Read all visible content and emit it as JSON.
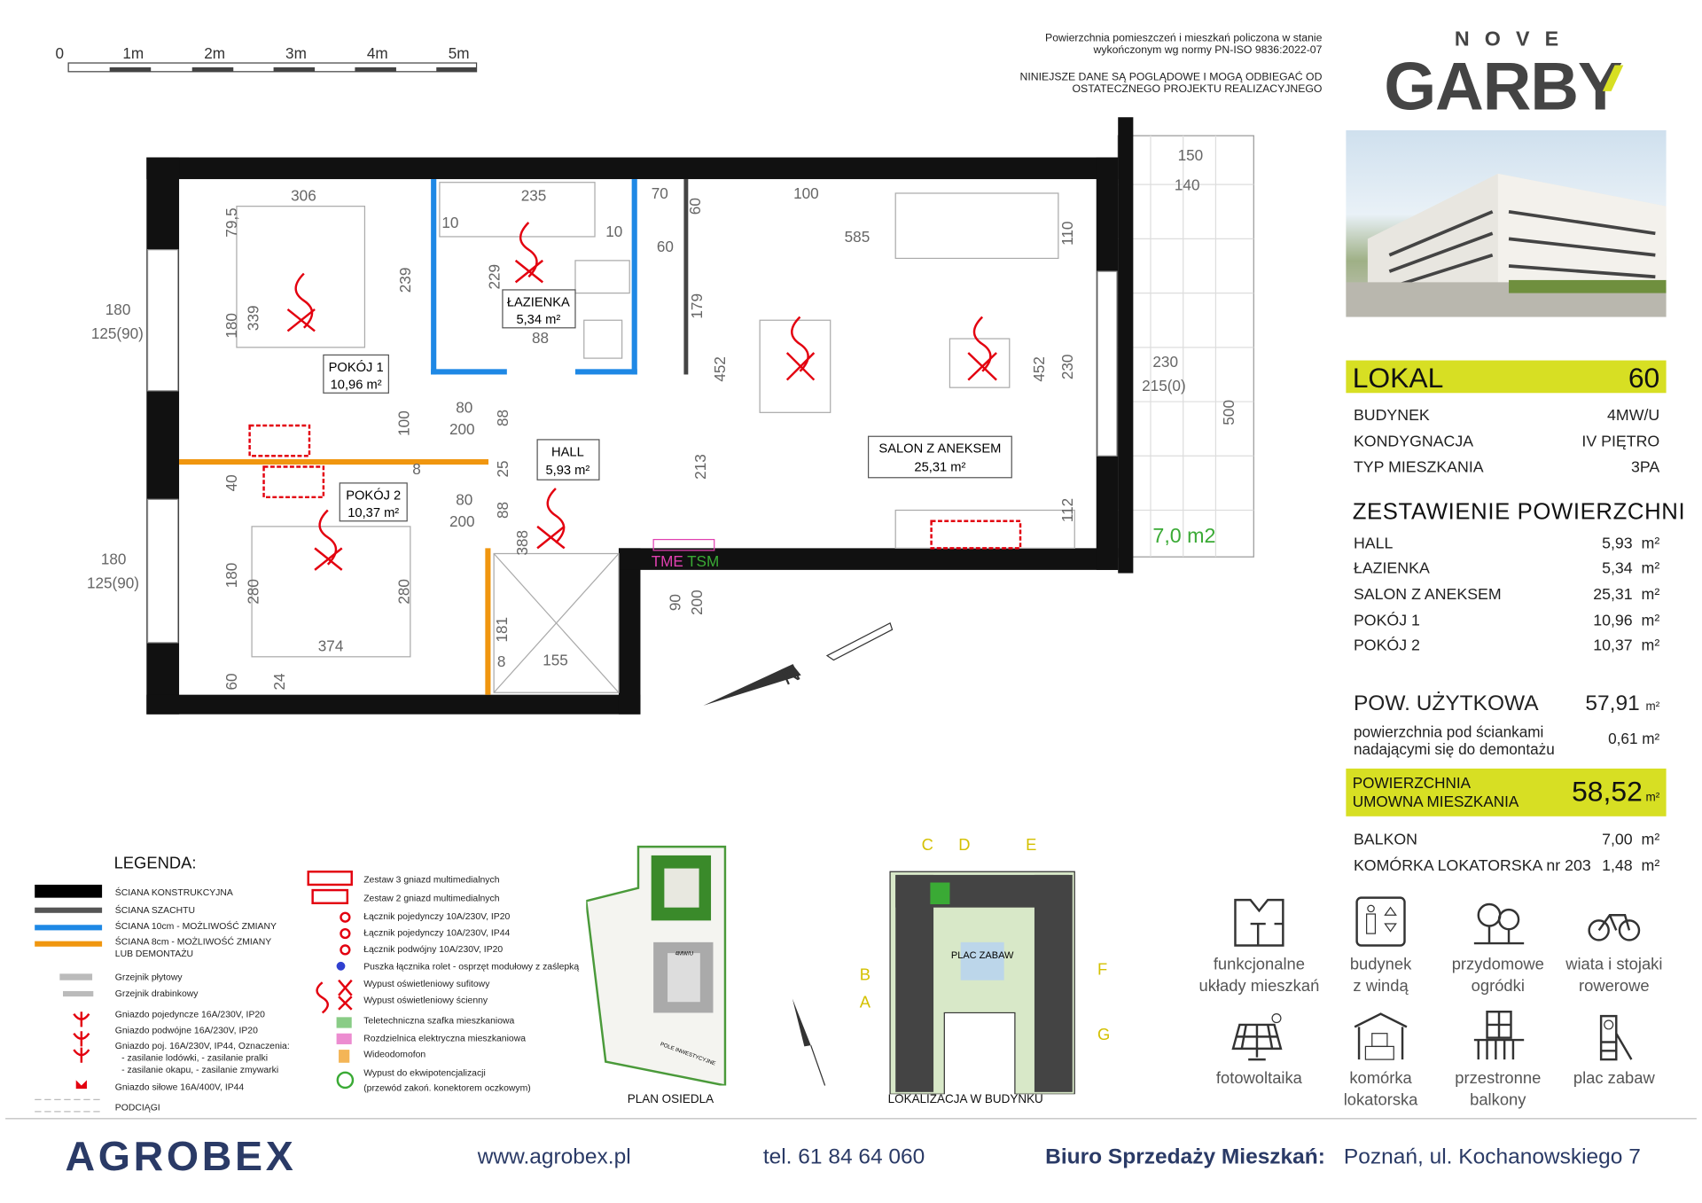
{
  "scale_bar": {
    "ticks": [
      "0",
      "1m",
      "2m",
      "3m",
      "4m",
      "5m"
    ]
  },
  "notes": {
    "line1": "Powierzchnia pomieszczeń i mieszkań policzona w stanie",
    "line2": "wykończonym wg normy PN-ISO 9836:2022-07",
    "line3": "NINIEJSZE DANE SĄ POGLĄDOWE I MOGĄ ODBIEGAĆ OD",
    "line4": "OSTATECZNEGO PROJEKTU REALIZACYJNEGO"
  },
  "logo": {
    "top": "NOVE",
    "main": "GARBY"
  },
  "colors": {
    "accent": "#d7df23",
    "brand": "#2a3a66",
    "electric": "#e3000f",
    "wall_blue": "#1e88e5",
    "wall_orange": "#f0960f"
  },
  "lokal": {
    "label": "LOKAL",
    "number": "60"
  },
  "info": [
    {
      "label": "BUDYNEK",
      "value": "4MW/U"
    },
    {
      "label": "KONDYGNACJA",
      "value": "IV PIĘTRO"
    },
    {
      "label": "TYP MIESZKANIA",
      "value": "3PA"
    }
  ],
  "summary_title": "ZESTAWIENIE POWIERZCHNI",
  "rooms": [
    {
      "name": "HALL",
      "area": "5,93",
      "unit": "m²"
    },
    {
      "name": "ŁAZIENKA",
      "area": "5,34",
      "unit": "m²"
    },
    {
      "name": "SALON Z ANEKSEM",
      "area": "25,31",
      "unit": "m²"
    },
    {
      "name": "POKÓJ 1",
      "area": "10,96",
      "unit": "m²"
    },
    {
      "name": "POKÓJ 2",
      "area": "10,37",
      "unit": "m²"
    }
  ],
  "usable": {
    "label": "POW. UŻYTKOWA",
    "value": "57,91",
    "unit": "m²"
  },
  "walls_area": {
    "label1": "powierzchnia pod ściankami",
    "label2": "nadającymi się do demontażu",
    "value": "0,61",
    "unit": "m²"
  },
  "contract": {
    "label1": "POWIERZCHNIA",
    "label2": "UMOWNA MIESZKANIA",
    "value": "58,52",
    "unit": "m²"
  },
  "extras": [
    {
      "label": "BALKON",
      "value": "7,00",
      "unit": "m²"
    },
    {
      "label": "KOMÓRKA LOKATORSKA nr 203",
      "value": "1,48",
      "unit": "m²"
    }
  ],
  "plan": {
    "rooms": [
      {
        "name": "POKÓJ 1",
        "area": "10,96 m²"
      },
      {
        "name": "ŁAZIENKA",
        "area": "5,34 m²"
      },
      {
        "name": "HALL",
        "area": "5,93 m²"
      },
      {
        "name": "SALON Z ANEKSEM",
        "area": "25,31 m²"
      },
      {
        "name": "POKÓJ 2",
        "area": "10,37 m²"
      }
    ],
    "balcony_area": "7,0 m2",
    "dims": [
      "306",
      "235",
      "100",
      "585",
      "150",
      "140",
      "180",
      "125(90)",
      "180",
      "125(90)",
      "239",
      "339",
      "180",
      "229",
      "179",
      "452",
      "452",
      "230",
      "230",
      "215(0)",
      "500",
      "110",
      "80",
      "200",
      "80",
      "200",
      "88",
      "88",
      "213",
      "388",
      "181",
      "155",
      "374",
      "280",
      "280",
      "180",
      "90",
      "200",
      "112",
      "79,5",
      "100",
      "60",
      "70",
      "10",
      "10",
      "60",
      "25",
      "40",
      "24",
      "60",
      "88",
      "8",
      "8"
    ],
    "labels": {
      "tme": "TME",
      "tsm": "TSM",
      "north": "N"
    }
  },
  "legend": {
    "title": "LEGENDA:",
    "left": [
      "ŚCIANA KONSTRUKCYJNA",
      "ŚCIANA SZACHTU",
      "ŚCIANA 10cm - MOŻLIWOŚĆ ZMIANY",
      "ŚCIANA 8cm - MOŻLIWOŚĆ ZMIANY",
      "LUB DEMONTAŻU",
      "Grzejnik płytowy",
      "Grzejnik drabinkowy",
      "Gniazdo pojedyncze 16A/230V, IP20",
      "Gniazdo podwójne 16A/230V, IP20",
      "Gniazdo poj. 16A/230V, IP44, Oznaczenia:",
      "- zasilanie lodówki,  - zasilanie pralki",
      "- zasilanie okapu,  - zasilanie zmywarki",
      "Gniazdo siłowe 16A/400V, IP44",
      "PODCIĄGI"
    ],
    "right": [
      "Zestaw 3 gniazd multimedialnych",
      "Zestaw 2 gniazd multimedialnych",
      "Łącznik pojedynczy 10A/230V, IP20",
      "Łącznik pojedynczy 10A/230V, IP44",
      "Łącznik podwójny 10A/230V, IP20",
      "Puszka łącznika rolet - osprzęt modułowy z zaślepką",
      "Wypust oświetleniowy sufitowy",
      "Wypust oświetleniowy ścienny",
      "Teletechniczna szafka mieszkaniowa",
      "Rozdzielnica elektryczna mieszkaniowa",
      "Wideodomofon",
      "Wypust do ekwipotencjalizacji",
      "(przewód zakoń. konektorem oczkowym)"
    ]
  },
  "site_plan": {
    "title": "PLAN OSIEDLA",
    "labels": [
      "4MW/U",
      "POLE INWESTYCYJNE"
    ]
  },
  "location": {
    "title": "LOKALIZACJA  W BUDYNKU",
    "court": "PLAC ZABAW",
    "markers": [
      "C",
      "D",
      "E",
      "B",
      "A",
      "F",
      "G"
    ]
  },
  "amenities": [
    {
      "icon": "floorplan-icon",
      "l1": "funkcjonalne",
      "l2": "układy mieszkań"
    },
    {
      "icon": "elevator-icon",
      "l1": "budynek",
      "l2": "z windą"
    },
    {
      "icon": "trees-icon",
      "l1": "przydomowe",
      "l2": "ogródki"
    },
    {
      "icon": "bicycle-icon",
      "l1": "wiata i stojaki",
      "l2": "rowerowe"
    },
    {
      "icon": "solar-panel-icon",
      "l1": "fotowoltaika",
      "l2": ""
    },
    {
      "icon": "storage-icon",
      "l1": "komórka",
      "l2": "lokatorska"
    },
    {
      "icon": "balcony-icon",
      "l1": "przestronne",
      "l2": "balkony"
    },
    {
      "icon": "playground-icon",
      "l1": "plac zabaw",
      "l2": ""
    }
  ],
  "footer": {
    "company": "AGROBEX",
    "website": "www.agrobex.pl",
    "phone": "tel. 61 84 64 060",
    "office_label": "Biuro Sprzedaży Mieszkań:",
    "address": "Poznań, ul. Kochanowskiego 7"
  }
}
